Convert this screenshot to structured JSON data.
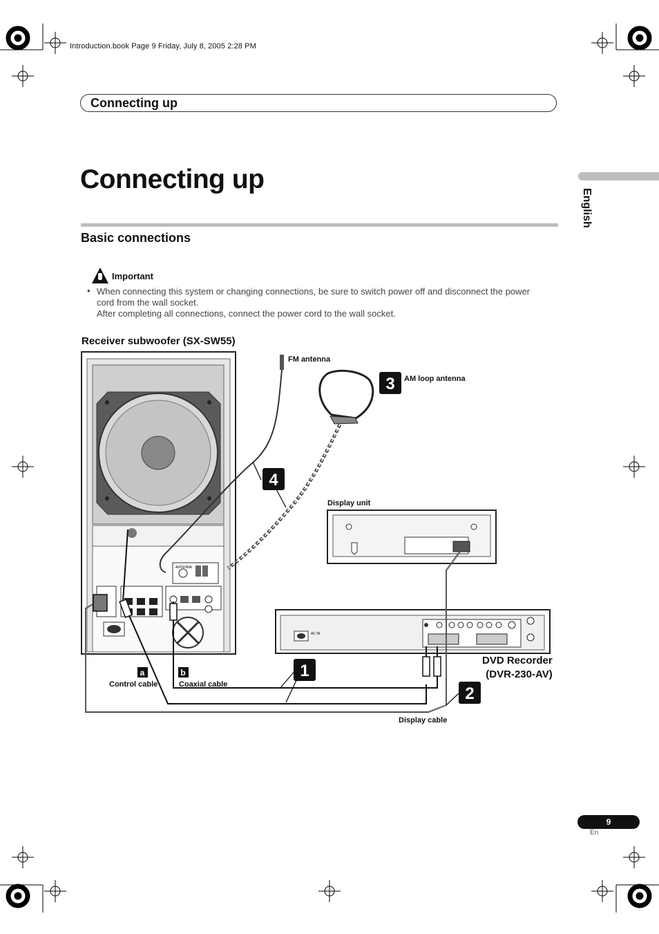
{
  "header": {
    "file_info": "Introduction.book  Page 9  Friday, July 8, 2005  2:28 PM"
  },
  "section_tab": {
    "label": "Connecting up"
  },
  "page": {
    "title": "Connecting up",
    "language_tab": "English",
    "number": "9",
    "lang_code": "En"
  },
  "basic": {
    "heading": "Basic connections",
    "important_label": "Important",
    "bullet": "•",
    "lines": [
      "When connecting this system or changing connections, be sure to switch power off and disconnect the power",
      "cord from the wall socket.",
      "After completing all connections, connect the power cord to the wall socket."
    ]
  },
  "figure": {
    "title": "Receiver subwoofer (SX-SW55)",
    "labels": {
      "fm_antenna": "FM antenna",
      "am_loop": "AM loop antenna",
      "display_unit": "Display unit",
      "dvd_recorder_1": "DVD Recorder",
      "dvd_recorder_2": "(DVR-230-AV)",
      "control_cable": "Control cable",
      "coaxial_cable": "Coaxial cable",
      "display_cable": "Display cable",
      "ac_in": "AC IN",
      "antenna": "ANTENNA"
    },
    "badges": {
      "step1": "1",
      "step2": "2",
      "step3": "3",
      "step4": "4",
      "a": "a",
      "b": "b"
    }
  }
}
